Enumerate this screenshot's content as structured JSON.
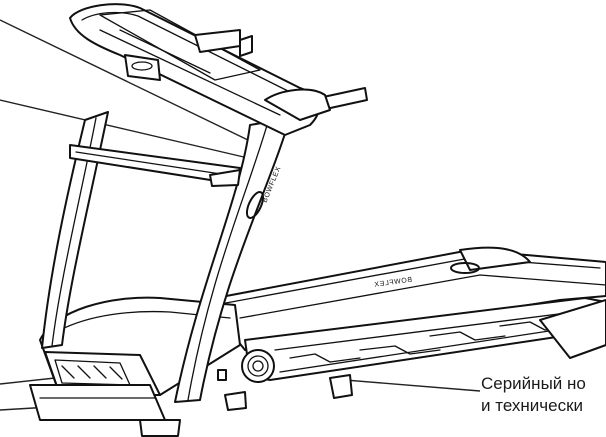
{
  "callout": {
    "line1": "Серийный но",
    "line2": "и технически"
  },
  "brand": {
    "upright_text": "BOWFLEX",
    "deck_text": "BOWFLEX"
  },
  "colors": {
    "line": "#111111",
    "background": "#ffffff"
  }
}
